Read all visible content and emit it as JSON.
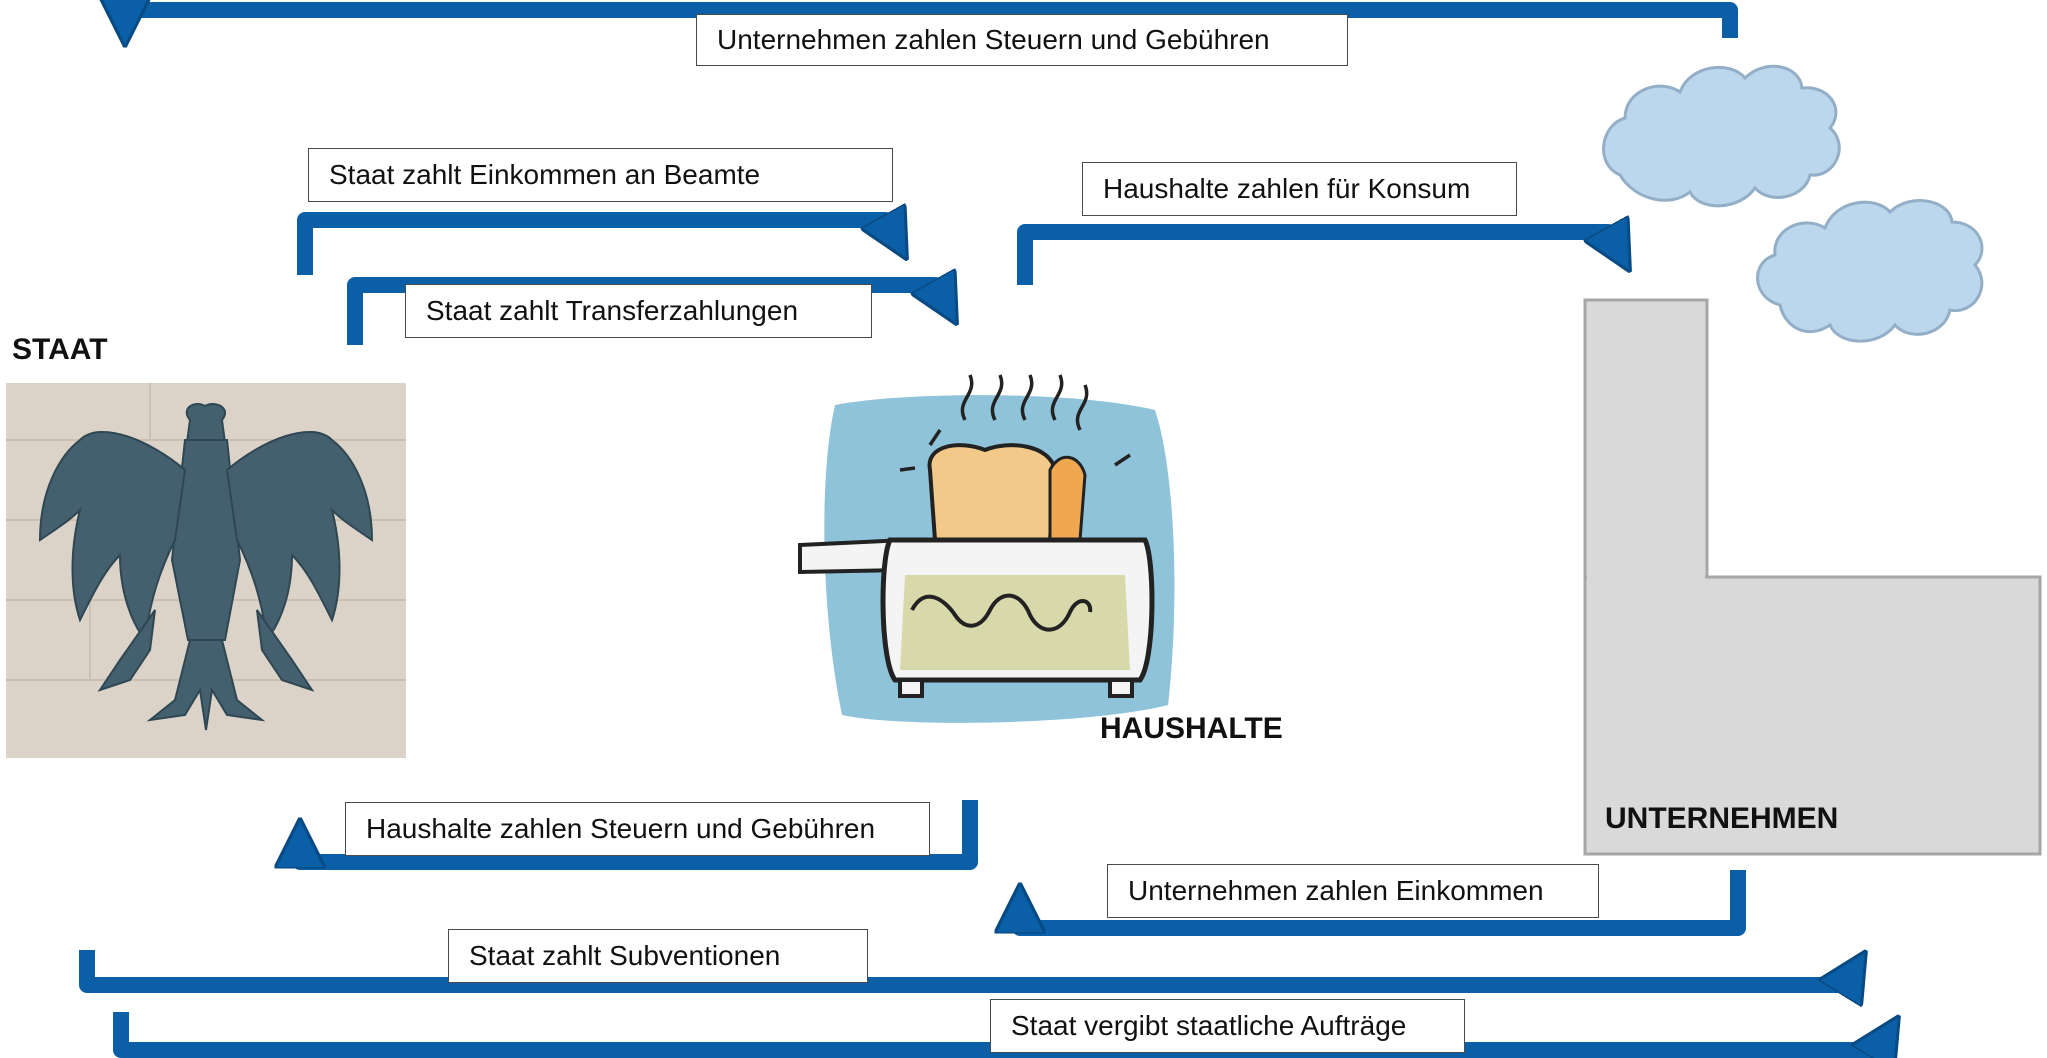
{
  "actors": {
    "staat": "STAAT",
    "haushalte": "HAUSHALTE",
    "unternehmen": "UNTERNEHMEN"
  },
  "flows": {
    "unternehmen_steuern": "Unternehmen zahlen Steuern und Gebühren",
    "einkommen_beamte": "Staat zahlt Einkommen an Beamte",
    "transferzahlungen": "Staat zahlt Transferzahlungen",
    "konsum": "Haushalte zahlen für Konsum",
    "haushalte_steuern": "Haushalte zahlen Steuern und Gebühren",
    "unternehmen_einkommen": "Unternehmen zahlen Einkommen",
    "subventionen": "Staat zahlt Subventionen",
    "auftraege": "Staat vergibt staatliche Aufträge"
  },
  "colors": {
    "arrow": "#0a5fa6",
    "arrow_edge": "#084a83",
    "factory": "#d9d9d9",
    "factory_edge": "#a6a6a6",
    "cloud": "#bcd6ec",
    "cloud_edge": "#93aec7"
  },
  "icons": {
    "staat": "federal-eagle-icon",
    "haushalte": "toaster-icon",
    "unternehmen": "factory-icon"
  }
}
